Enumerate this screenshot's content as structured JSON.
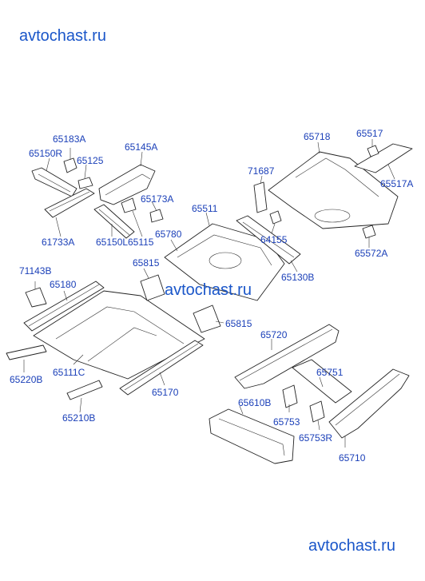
{
  "watermarks": {
    "top": "avtochast.ru",
    "middle": "avtochast.ru",
    "bottom": "avtochast.ru"
  },
  "labels": {
    "p65183A": "65183A",
    "p65150R": "65150R",
    "p65125": "65125",
    "p65145A": "65145A",
    "p65173A": "65173A",
    "p61733A": "61733A",
    "p65150L": "65150L",
    "p65115": "65115",
    "p65780": "65780",
    "p65511": "65511",
    "p71687": "71687",
    "p65718": "65718",
    "p65517": "65517",
    "p65517A": "65517A",
    "p64155": "64155",
    "p65572A": "65572A",
    "p65130B": "65130B",
    "p71143B": "71143B",
    "p65180": "65180",
    "p65815a": "65815",
    "p65815b": "65815",
    "p65220B": "65220B",
    "p65111C": "65111C",
    "p65170": "65170",
    "p65720": "65720",
    "p65751": "65751",
    "p65610B": "65610B",
    "p65753": "65753",
    "p65753R": "65753R",
    "p65210B": "65210B",
    "p65710": "65710"
  }
}
